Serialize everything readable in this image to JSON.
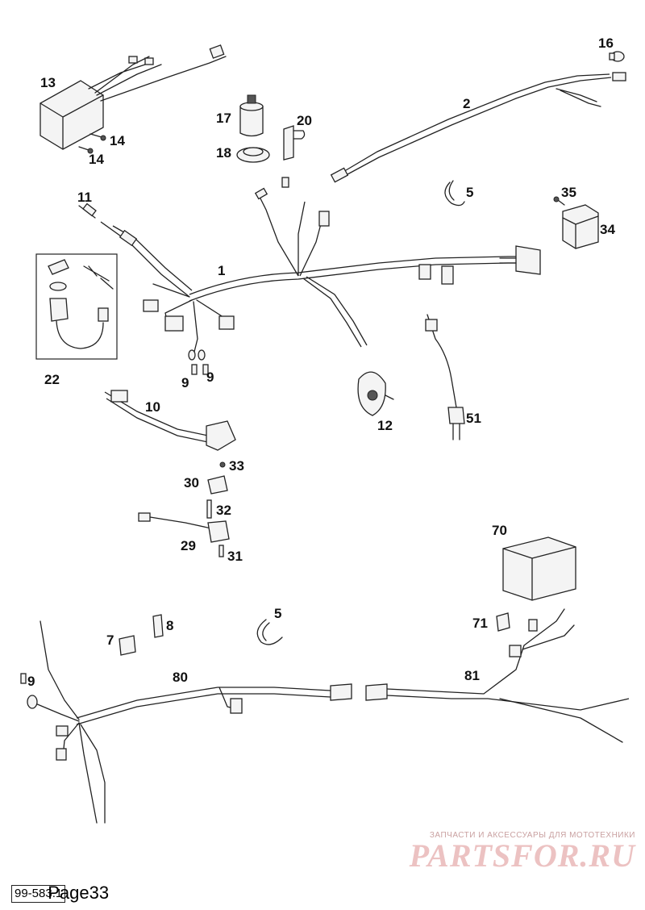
{
  "callouts": {
    "c1": "1",
    "c2": "2",
    "c5a": "5",
    "c5b": "5",
    "c7": "7",
    "c8": "8",
    "c9a": "9",
    "c9b": "9",
    "c9c": "9",
    "c10": "10",
    "c11": "11",
    "c12": "12",
    "c13": "13",
    "c14a": "14",
    "c14b": "14",
    "c16": "16",
    "c17": "17",
    "c18": "18",
    "c20": "20",
    "c22": "22",
    "c29": "29",
    "c30": "30",
    "c31": "31",
    "c32": "32",
    "c33": "33",
    "c34": "34",
    "c35": "35",
    "c51": "51",
    "c70": "70",
    "c71": "71",
    "c80": "80",
    "c81": "81"
  },
  "watermark": {
    "tagline": "ЗАПЧАСТИ И АКСЕССУАРЫ ДЛЯ МОТОТЕХНИКИ",
    "brand": "PARTSFOR.RU"
  },
  "footer": {
    "doc_code": "99-583.1",
    "page_label": "Page33"
  }
}
